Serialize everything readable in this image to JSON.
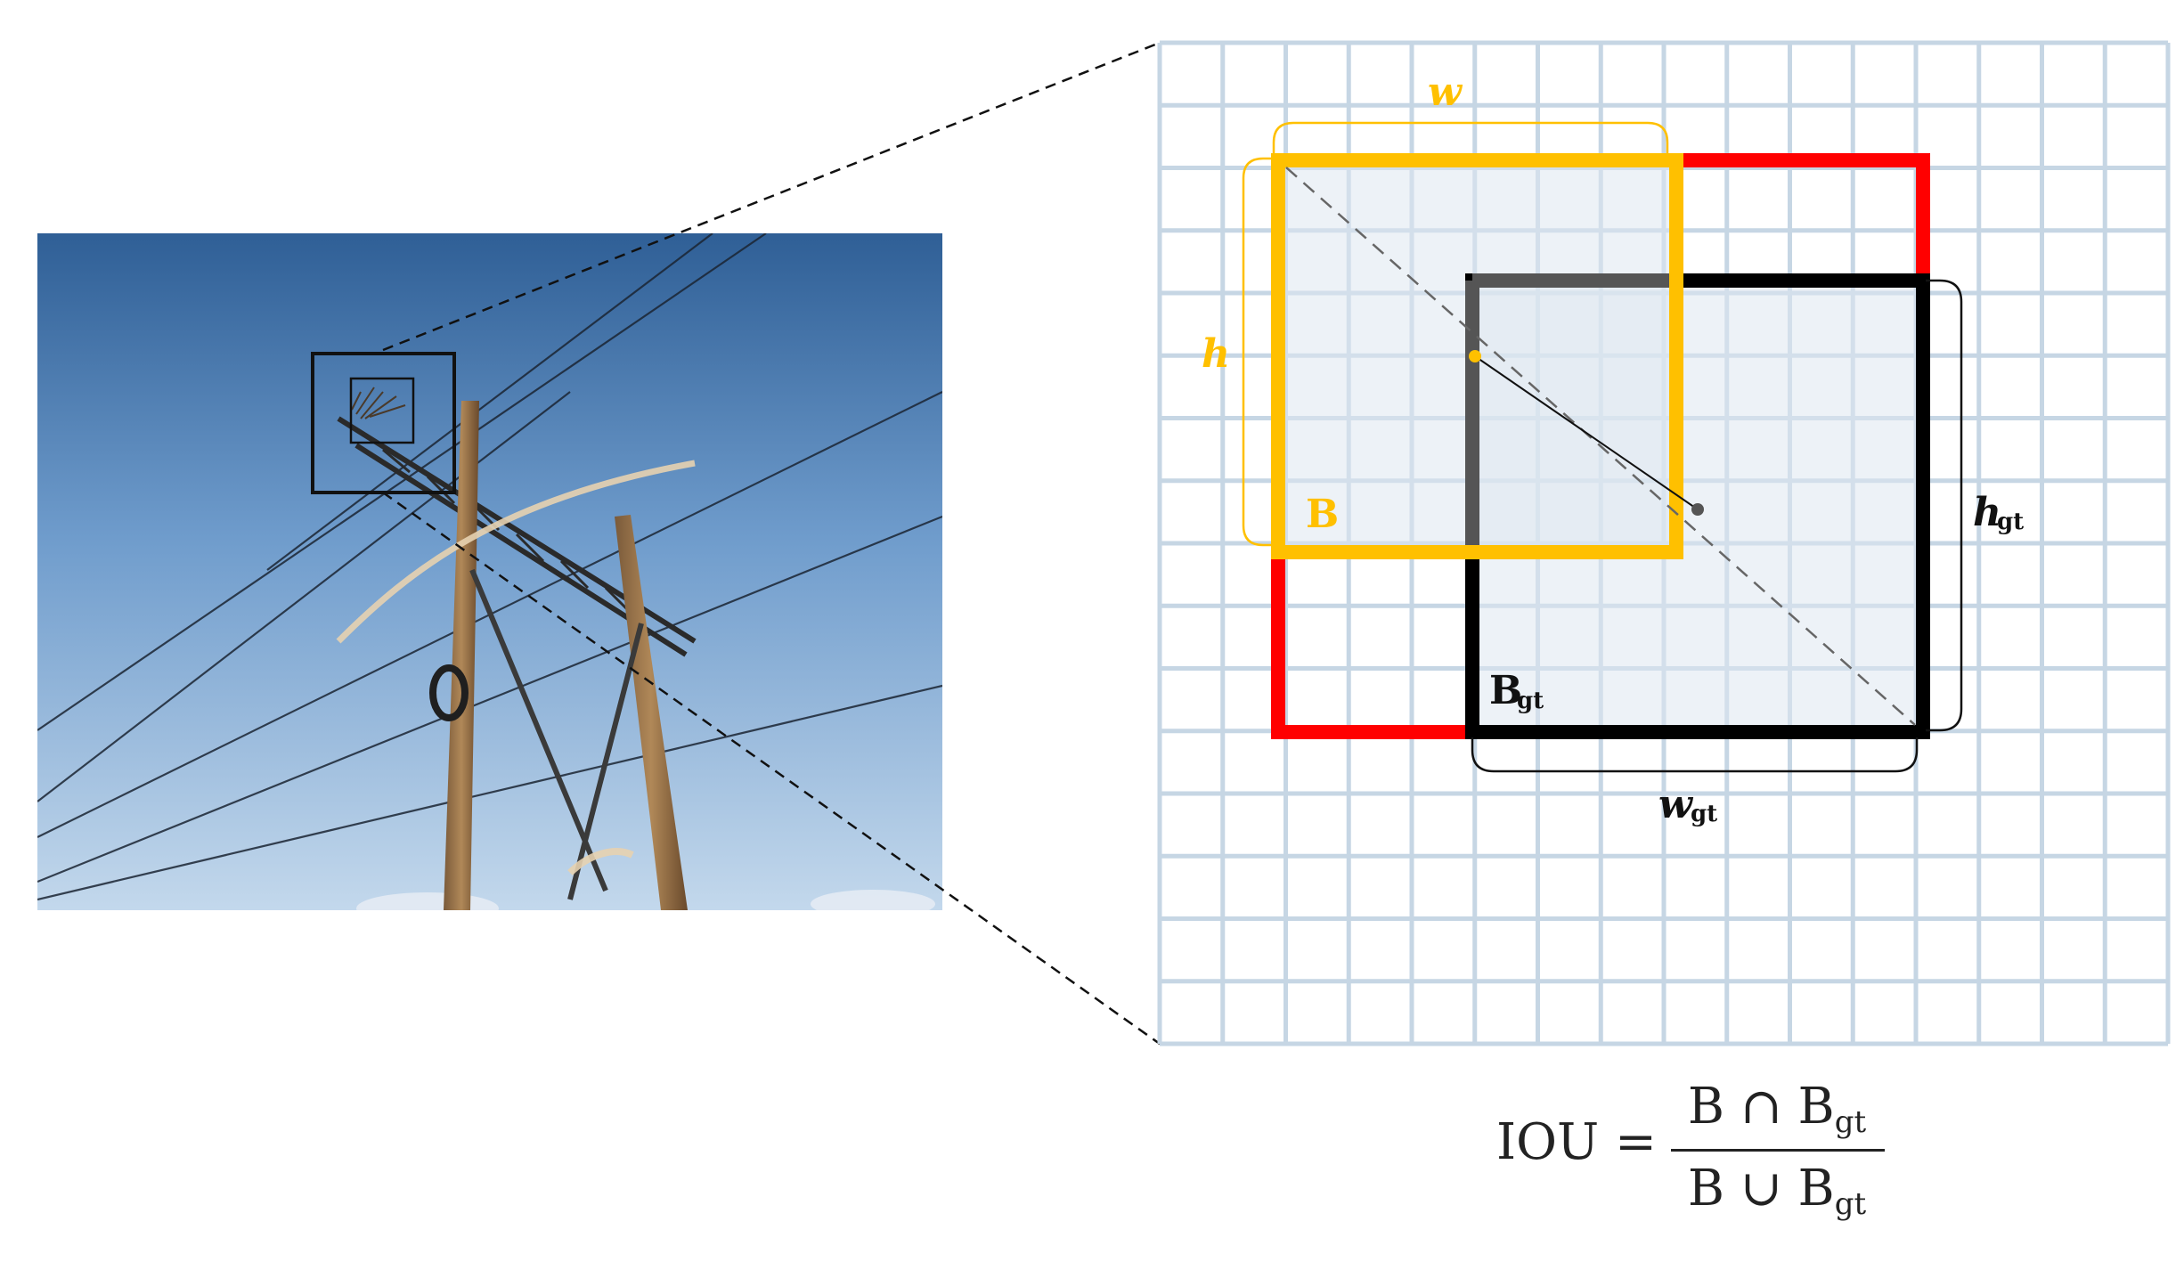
{
  "photo": {
    "description_name": "power-line-tower-photo"
  },
  "labels": {
    "w": "w",
    "h": "h",
    "B": "B",
    "B_gt_main": "B",
    "B_gt_sub": "gt",
    "w_gt_main": "w",
    "w_gt_sub": "gt",
    "h_gt_main": "h",
    "h_gt_sub": "gt"
  },
  "formula": {
    "lhs": "IOU =",
    "num_main": "B ∩ B",
    "num_sub": "gt",
    "den_main": "B ∪ B",
    "den_sub": "gt"
  },
  "colors": {
    "predicted_box": "#FFC000",
    "ground_truth_box": "#000000",
    "enclosing_box": "#FF0000",
    "overlap_edge": "#555555",
    "grid": "#c9d9e6",
    "sky_top": "#3f6fa5",
    "sky_bottom": "#b9d3ea"
  }
}
